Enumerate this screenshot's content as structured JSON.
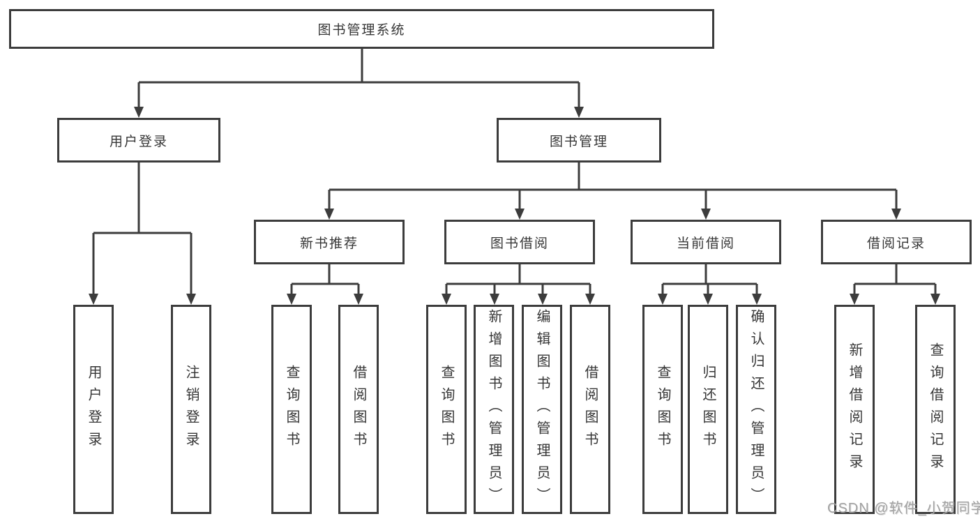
{
  "diagram": {
    "root": {
      "label": "图书管理系统"
    },
    "branches": [
      {
        "label": "用户登录",
        "children": [
          {
            "label": "用户登录"
          },
          {
            "label": "注销登录"
          }
        ]
      },
      {
        "label": "图书管理",
        "children": [
          {
            "label": "新书推荐",
            "children": [
              {
                "label": "查询图书"
              },
              {
                "label": "借阅图书"
              }
            ]
          },
          {
            "label": "图书借阅",
            "children": [
              {
                "label": "查询图书"
              },
              {
                "label": "新增图书（管理员）"
              },
              {
                "label": "编辑图书（管理员）"
              },
              {
                "label": "借阅图书"
              }
            ]
          },
          {
            "label": "当前借阅",
            "children": [
              {
                "label": "查询图书"
              },
              {
                "label": "归还图书"
              },
              {
                "label": "确认归还（管理员）"
              }
            ]
          },
          {
            "label": "借阅记录",
            "children": [
              {
                "label": "新增借阅记录"
              },
              {
                "label": "查询借阅记录"
              }
            ]
          }
        ]
      }
    ]
  },
  "watermark": {
    "text": "CSDN @软件_小贺同学"
  },
  "colors": {
    "line": "#3c3c3c",
    "text": "#363636",
    "watermark": "#a3a3a3",
    "background": "#ffffff"
  }
}
